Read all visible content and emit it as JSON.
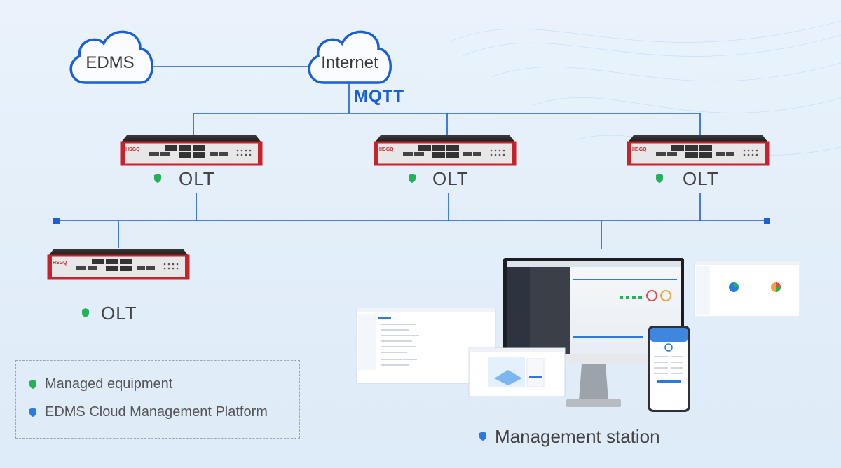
{
  "nodes": {
    "cloud_edms": "EDMS",
    "cloud_internet": "Internet",
    "protocol": "MQTT",
    "olt_label": "OLT",
    "device_brand": "HSGQ"
  },
  "legend": {
    "managed": "Managed equipment",
    "platform": "EDMS Cloud Management Platform"
  },
  "station": {
    "label": "Management station"
  },
  "colors": {
    "line": "#1a5fd6",
    "green_shield": "#27b05a",
    "blue_shield": "#2a7be0",
    "device_red": "#c8232c"
  }
}
